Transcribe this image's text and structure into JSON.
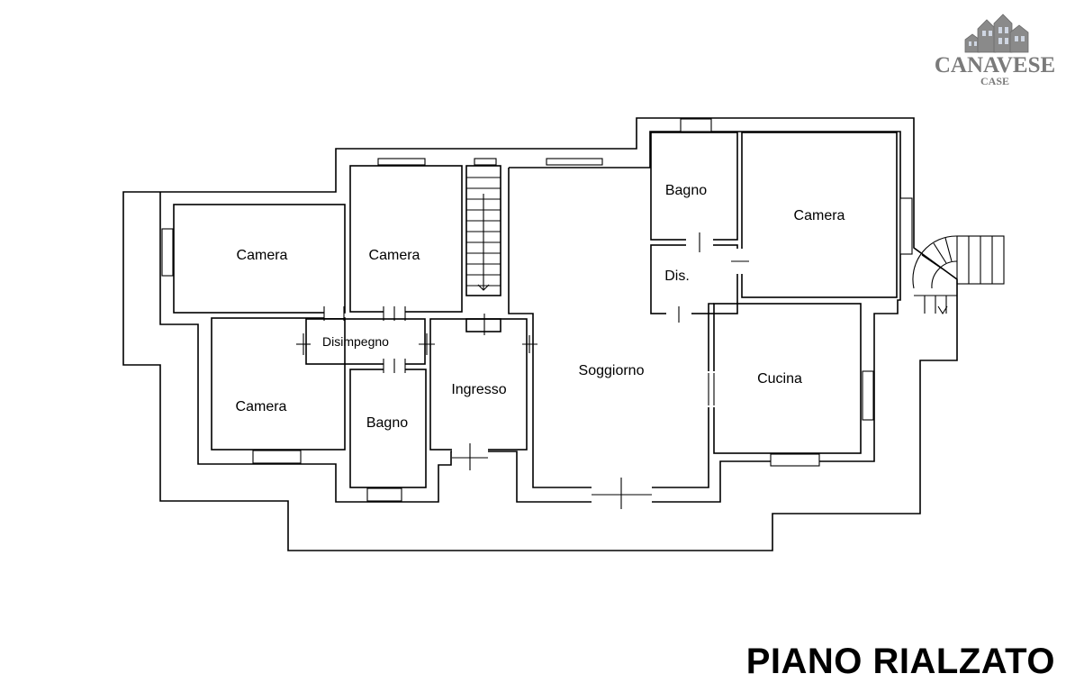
{
  "title": "PIANO RIALZATO",
  "logo": {
    "brand": "CANAVESE",
    "subtitle": "CASE",
    "icon": "house-row-icon"
  },
  "rooms": {
    "camera_nw": "Camera",
    "camera_n": "Camera",
    "camera_sw": "Camera",
    "disimpegno": "Disimpegno",
    "bagno_s": "Bagno",
    "ingresso": "Ingresso",
    "soggiorno": "Soggiorno",
    "bagno_n": "Bagno",
    "dis": "Dis.",
    "camera_ne": "Camera",
    "cucina": "Cucina"
  }
}
